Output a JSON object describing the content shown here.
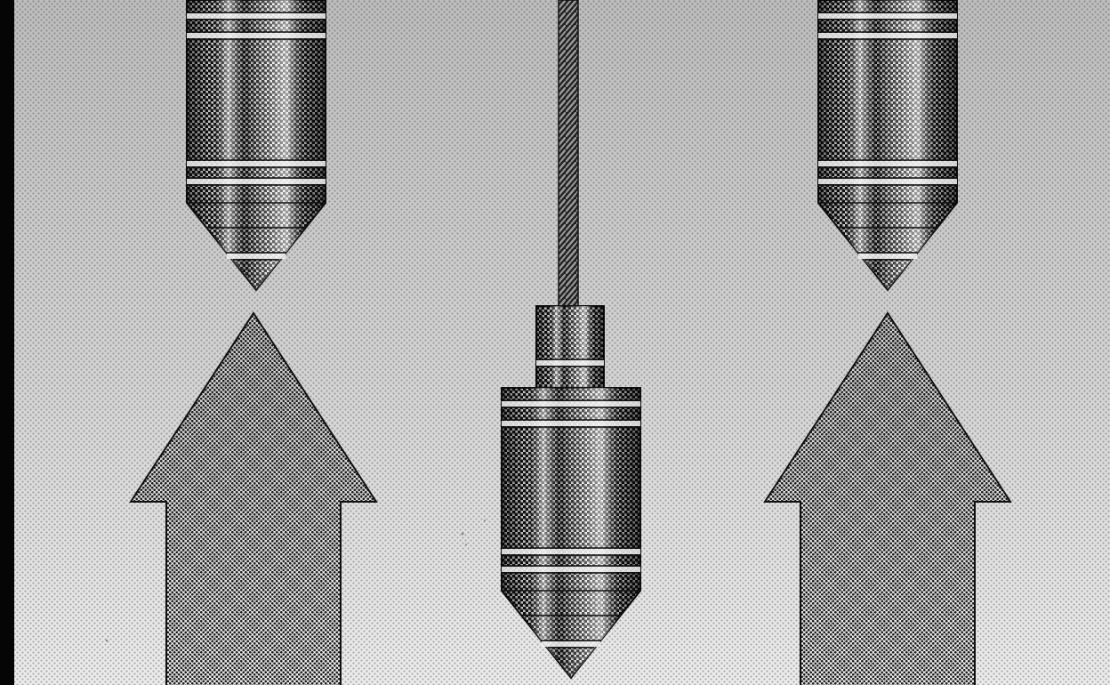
{
  "artwork": {
    "title": "",
    "colors": {
      "ink": "#1a1a1a",
      "paper_top": "#bdbdbd",
      "paper_bottom": "#ececec",
      "left_border": "#050505"
    },
    "elements": {
      "plumb_bobs": [
        "top-left-plumb-bob",
        "center-plumb-bob",
        "top-right-plumb-bob"
      ],
      "arrows": [
        "left-up-arrow",
        "right-up-arrow"
      ],
      "rope": "center-rope"
    }
  }
}
